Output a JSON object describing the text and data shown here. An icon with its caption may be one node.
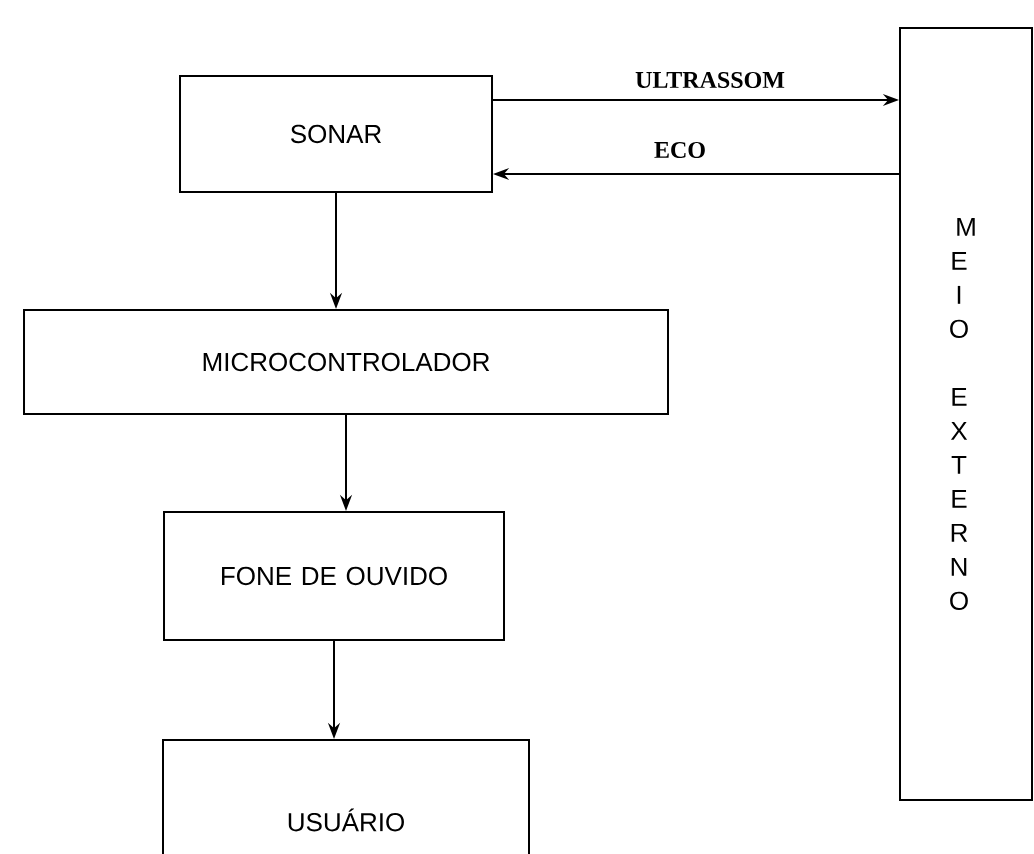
{
  "diagram": {
    "nodes": [
      {
        "text": [
          "SONAR"
        ]
      },
      {
        "text": [
          "MICROCONTROLADOR"
        ]
      },
      {
        "text": [
          "FONE DE OUVIDO"
        ]
      },
      {
        "text": [
          "USUÁRIO"
        ]
      },
      {
        "text": [
          "MEIO EXTERNO"
        ]
      }
    ],
    "edges": [
      {
        "from": 0,
        "to": 4,
        "arrow": "to",
        "label": "ULTRASSOM"
      },
      {
        "from": 4,
        "to": 0,
        "arrow": "to",
        "label": "ECO"
      },
      {
        "from": 0,
        "to": 1,
        "arrow": "to"
      },
      {
        "from": 1,
        "to": 2,
        "arrow": "to"
      },
      {
        "from": 2,
        "to": 3,
        "arrow": "to"
      }
    ]
  }
}
